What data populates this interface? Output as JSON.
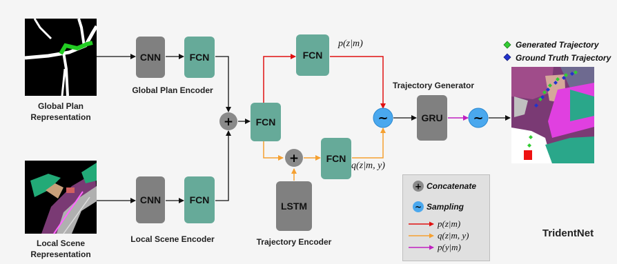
{
  "blocks": {
    "cnn_label": "CNN",
    "fcn_label": "FCN",
    "lstm_label": "LSTM",
    "gru_label": "GRU"
  },
  "labels": {
    "global_plan_rep": [
      "Global Plan",
      "Representation"
    ],
    "local_scene_rep": [
      "Local Scene",
      "Representation"
    ],
    "global_plan_encoder": "Global Plan Encoder",
    "local_scene_encoder": "Local Scene Encoder",
    "trajectory_encoder": "Trajectory Encoder",
    "trajectory_generator": "Trajectory Generator",
    "model_name": "TridentNet"
  },
  "math": {
    "p_z_m": "p(z|m)",
    "q_z_my": "q(z|m, y)"
  },
  "symbols": {
    "concatenate": "+",
    "sampling": "~"
  },
  "trajectory_legend": {
    "generated": "Generated Trajectory",
    "ground_truth": "Ground Truth Trajectory"
  },
  "legend": {
    "concatenate": "Concatenate",
    "sampling": "Sampling",
    "red": "p(z|m)",
    "orange": "q(z|m, y)",
    "magenta": "p(y|m)"
  },
  "colors": {
    "red_arrow": "#e01010",
    "orange_arrow": "#f5a030",
    "magenta_arrow": "#c020c0",
    "grey_block": "#808080",
    "teal_block": "#66aa99",
    "sampling_circle": "#4aa8ee",
    "concat_circle": "#8a8a8a",
    "generated_marker": "#33cc33",
    "ground_truth_marker": "#2233cc"
  }
}
